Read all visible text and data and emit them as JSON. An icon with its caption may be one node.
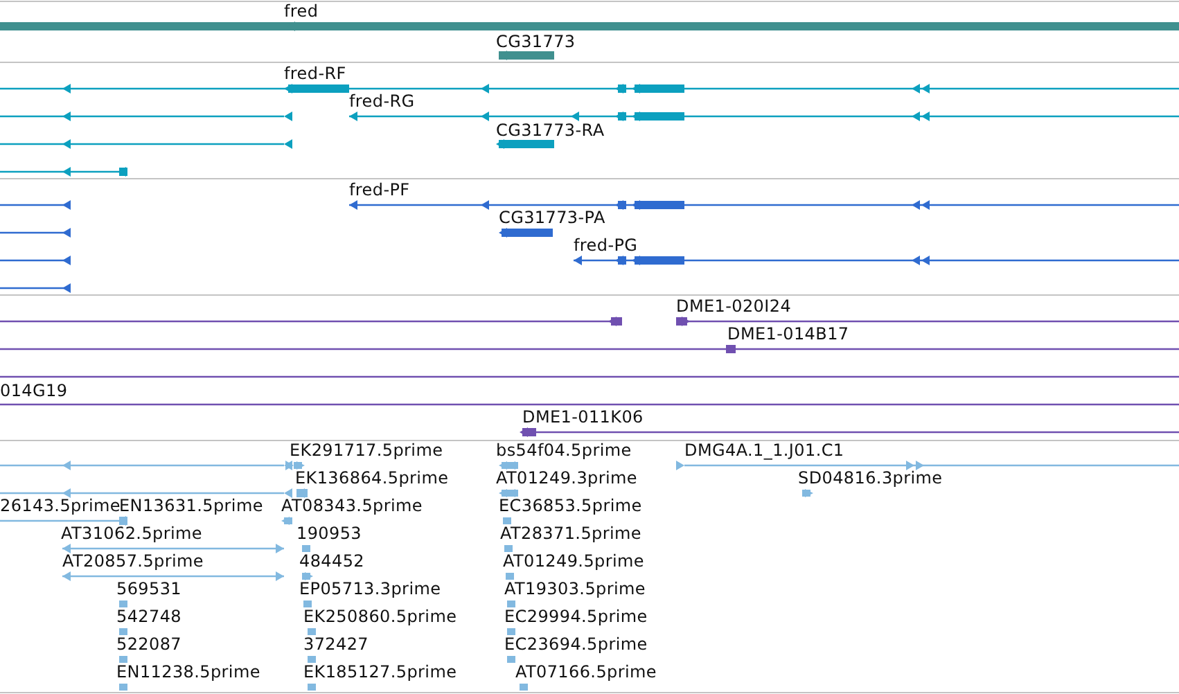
{
  "diagram": {
    "labels": [
      "fred",
      "CG31773",
      "fred-RF",
      "fred-RG",
      "CG31773-RA",
      "fred-PF",
      "CG31773-PA",
      "fred-PG",
      "DME1-020I24",
      "DME1-014B17",
      "014G19",
      "DME1-011K06",
      "EK291717.5prime",
      "bs54f04.5prime",
      "DMG4A.1_1.J01.C1",
      "EK136864.5prime",
      "AT01249.3prime",
      "SD04816.3prime",
      "26143.5prime",
      "EN13631.5prime",
      "AT08343.5prime",
      "EC36853.5prime",
      "AT31062.5prime",
      "190953",
      "AT28371.5prime",
      "AT20857.5prime",
      "484452",
      "AT01249.5prime",
      "569531",
      "EP05713.3prime",
      "AT19303.5prime",
      "542748",
      "EK250860.5prime",
      "EC29994.5prime",
      "522087",
      "372427",
      "EC23694.5prime",
      "EN11238.5prime",
      "EK185127.5prime",
      "AT07166.5prime"
    ]
  }
}
